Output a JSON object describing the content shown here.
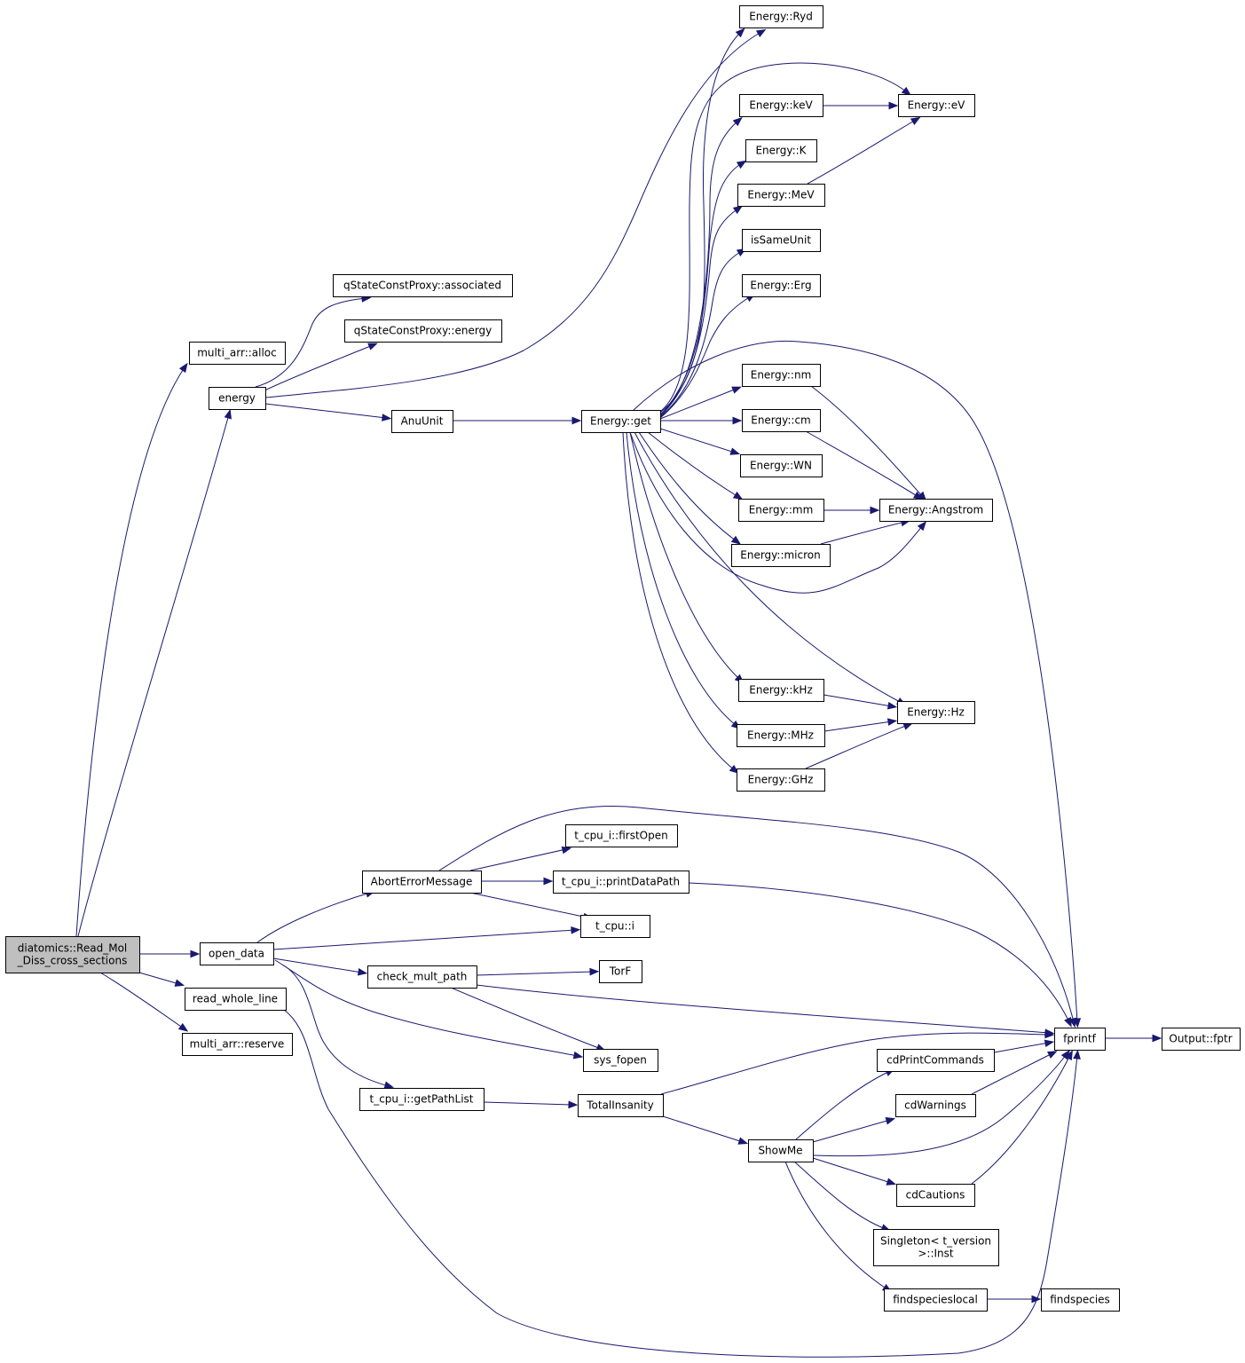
{
  "graph": {
    "nodes": [
      {
        "id": "root",
        "lines": [
          "diatomics::Read_Mol",
          "_Diss_cross_sections"
        ],
        "root": true
      },
      {
        "id": "alloc",
        "lines": [
          "multi_arr::alloc"
        ]
      },
      {
        "id": "energy",
        "lines": [
          "energy"
        ]
      },
      {
        "id": "associated",
        "lines": [
          "qStateConstProxy::associated"
        ]
      },
      {
        "id": "qenergy",
        "lines": [
          "qStateConstProxy::energy"
        ]
      },
      {
        "id": "anuunit",
        "lines": [
          "AnuUnit"
        ]
      },
      {
        "id": "get",
        "lines": [
          "Energy::get"
        ]
      },
      {
        "id": "ryd",
        "lines": [
          "Energy::Ryd"
        ]
      },
      {
        "id": "kev",
        "lines": [
          "Energy::keV"
        ]
      },
      {
        "id": "ev",
        "lines": [
          "Energy::eV"
        ]
      },
      {
        "id": "k",
        "lines": [
          "Energy::K"
        ]
      },
      {
        "id": "mev",
        "lines": [
          "Energy::MeV"
        ]
      },
      {
        "id": "issameunit",
        "lines": [
          "isSameUnit"
        ]
      },
      {
        "id": "erg",
        "lines": [
          "Energy::Erg"
        ]
      },
      {
        "id": "nm",
        "lines": [
          "Energy::nm"
        ]
      },
      {
        "id": "cm",
        "lines": [
          "Energy::cm"
        ]
      },
      {
        "id": "wn",
        "lines": [
          "Energy::WN"
        ]
      },
      {
        "id": "mm",
        "lines": [
          "Energy::mm"
        ]
      },
      {
        "id": "angstrom",
        "lines": [
          "Energy::Angstrom"
        ]
      },
      {
        "id": "micron",
        "lines": [
          "Energy::micron"
        ]
      },
      {
        "id": "khz",
        "lines": [
          "Energy::kHz"
        ]
      },
      {
        "id": "hz",
        "lines": [
          "Energy::Hz"
        ]
      },
      {
        "id": "mhz",
        "lines": [
          "Energy::MHz"
        ]
      },
      {
        "id": "ghz",
        "lines": [
          "Energy::GHz"
        ]
      },
      {
        "id": "opendata",
        "lines": [
          "open_data"
        ]
      },
      {
        "id": "abort",
        "lines": [
          "AbortErrorMessage"
        ]
      },
      {
        "id": "firstopen",
        "lines": [
          "t_cpu_i::firstOpen"
        ]
      },
      {
        "id": "printdatapath",
        "lines": [
          "t_cpu_i::printDataPath"
        ]
      },
      {
        "id": "tcpui",
        "lines": [
          "t_cpu::i"
        ]
      },
      {
        "id": "checkmult",
        "lines": [
          "check_mult_path"
        ]
      },
      {
        "id": "torf",
        "lines": [
          "TorF"
        ]
      },
      {
        "id": "fprintf",
        "lines": [
          "fprintf"
        ]
      },
      {
        "id": "fptr",
        "lines": [
          "Output::fptr"
        ]
      },
      {
        "id": "readwhole",
        "lines": [
          "read_whole_line"
        ]
      },
      {
        "id": "reserve",
        "lines": [
          "multi_arr::reserve"
        ]
      },
      {
        "id": "sysfopen",
        "lines": [
          "sys_fopen"
        ]
      },
      {
        "id": "getpathlist",
        "lines": [
          "t_cpu_i::getPathList"
        ]
      },
      {
        "id": "totalinsanity",
        "lines": [
          "TotalInsanity"
        ]
      },
      {
        "id": "cdprint",
        "lines": [
          "cdPrintCommands"
        ]
      },
      {
        "id": "cdwarnings",
        "lines": [
          "cdWarnings"
        ]
      },
      {
        "id": "showme",
        "lines": [
          "ShowMe"
        ]
      },
      {
        "id": "cdcautions",
        "lines": [
          "cdCautions"
        ]
      },
      {
        "id": "singleton",
        "lines": [
          "Singleton< t_version",
          ">::Inst"
        ]
      },
      {
        "id": "findspecieslocal",
        "lines": [
          "findspecieslocal"
        ]
      },
      {
        "id": "findspecies",
        "lines": [
          "findspecies"
        ]
      }
    ],
    "colors": {
      "edge": "#191970",
      "root_fill": "#bfbfbf",
      "node_fill": "#ffffff",
      "node_border": "#000000"
    }
  }
}
